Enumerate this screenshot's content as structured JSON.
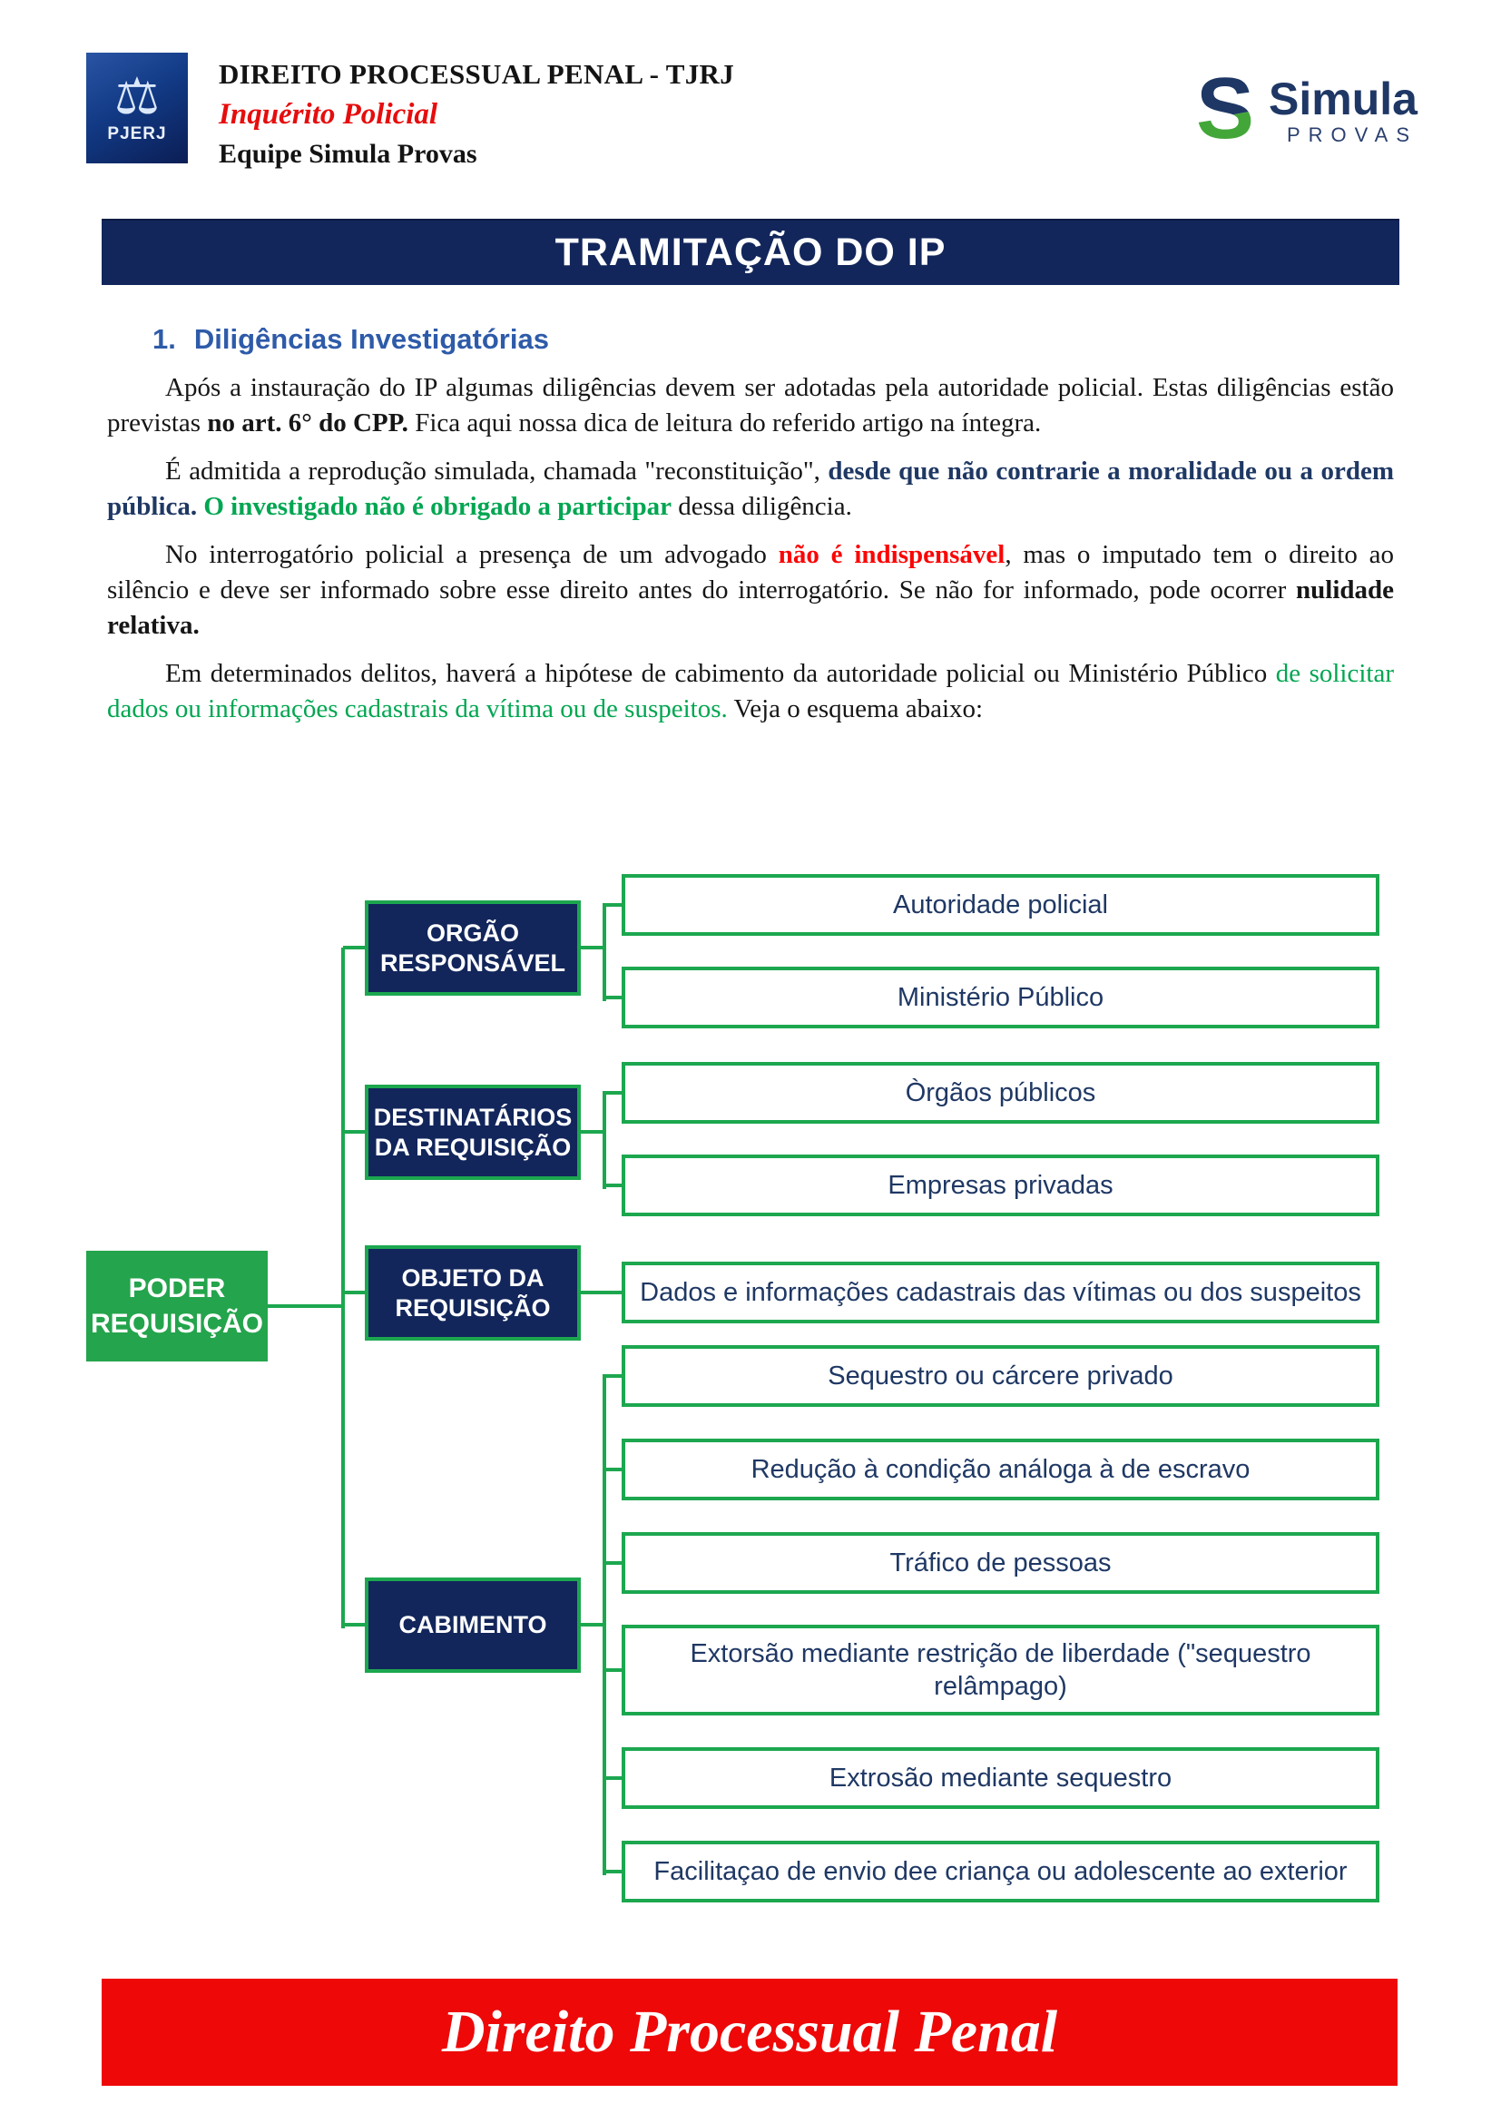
{
  "header": {
    "logo_acronym": "PJERJ",
    "title": "DIREITO PROCESSUAL PENAL - TJRJ",
    "subtitle": "Inquérito Policial",
    "team": "Equipe Simula Provas",
    "brand": {
      "initial": "S",
      "name": "Simula",
      "sub": "PROVAS"
    }
  },
  "banner": {
    "title": "TRAMITAÇÃO DO IP"
  },
  "section": {
    "number": "1.",
    "title": "Diligências Investigatórias"
  },
  "paragraphs": {
    "p1": {
      "pre": "Após a instauração do IP algumas diligências devem ser adotadas pela autoridade policial. Estas diligências estão previstas ",
      "bold": "no art. 6° do CPP.",
      "post": " Fica aqui nossa dica de leitura do referido artigo na íntegra."
    },
    "p2": {
      "pre": "É admitida a reprodução simulada, chamada \"reconstituição\", ",
      "navy_bold": "desde que não contrarie a moralidade ou a ordem pública.",
      "green_bold": " O investigado não é obrigado a participar",
      "post": " dessa diligência."
    },
    "p3": {
      "pre": "No interrogatório policial a presença de um advogado ",
      "red_bold": "não é indispensável",
      "mid": ", mas o imputado tem o direito ao silêncio e deve ser informado sobre esse direito antes do interrogatório. Se não for informado, pode ocorrer ",
      "bold": "nulidade relativa."
    },
    "p4": {
      "pre": "Em determinados delitos, haverá a hipótese de cabimento da autoridade policial ou Ministério Público ",
      "green": "de solicitar dados ou informações cadastrais da vítima ou de suspeitos.",
      "post": " Veja o esquema abaixo:"
    }
  },
  "diagram": {
    "root": "PODER REQUISIÇÃO",
    "groups": [
      {
        "label": "ORGÃO RESPONSÁVEL",
        "children": [
          "Autoridade policial",
          "Ministério Público"
        ]
      },
      {
        "label": "DESTINATÁRIOS DA REQUISIÇÃO",
        "children": [
          "Òrgãos públicos",
          "Empresas privadas"
        ]
      },
      {
        "label": "OBJETO DA REQUISIÇÃO",
        "children": [
          "Dados e informações cadastrais das vítimas ou dos suspeitos"
        ]
      },
      {
        "label": "CABIMENTO",
        "children": [
          "Sequestro ou cárcere privado",
          "Redução à condição análoga à de escravo",
          "Tráfico de pessoas",
          "Extorsão mediante restrição de liberdade (\"sequestro relâmpago)",
          "Extrosão mediante sequestro",
          "Facilitaçao de envio dee criança ou adolescente ao exterior"
        ]
      }
    ]
  },
  "footer": {
    "title": "Direito Processual Penal"
  },
  "colors": {
    "navy": "#12265b",
    "diagram_green": "#1ca74f",
    "root_green": "#24a44c",
    "text_green": "#00a651",
    "text_navy_bold": "#1f3864",
    "text_red": "#fb0505",
    "banner_red": "#ee0808",
    "heading_blue": "#2e5ba9"
  }
}
